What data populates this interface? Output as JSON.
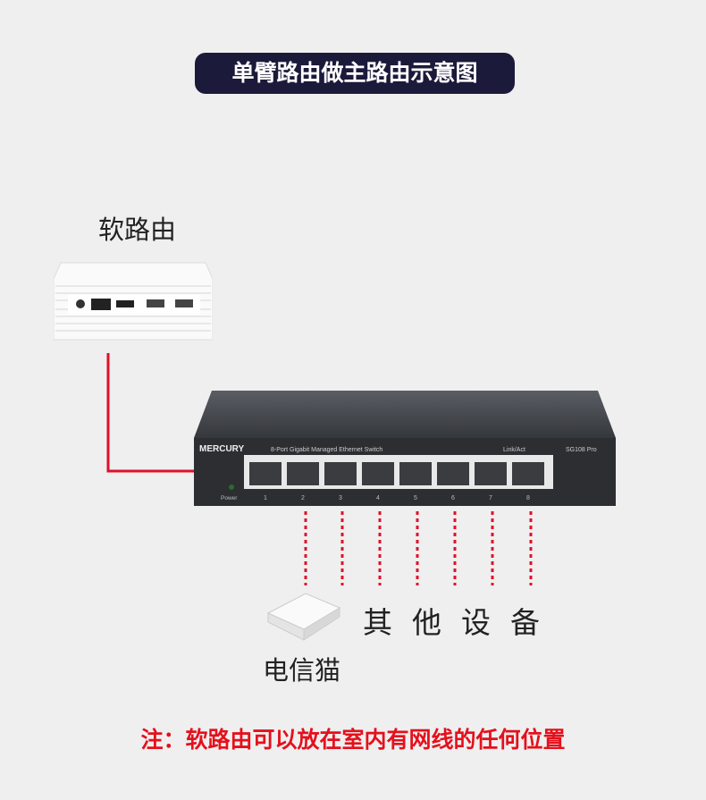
{
  "title": "单臂路由做主路由示意图",
  "soft_router_label": "软路由",
  "switch": {
    "brand": "MERCURY",
    "description": "8-Port Gigabit Managed Ethernet Switch",
    "link_label": "Link/Act",
    "model": "SG108 Pro",
    "power_label": "Power",
    "ports": [
      "1",
      "2",
      "3",
      "4",
      "5",
      "6",
      "7",
      "8"
    ]
  },
  "other_devices_label": "其他设备",
  "modem_label": "电信猫",
  "note": "注：软路由可以放在室内有网线的任何位置",
  "colors": {
    "title_bg": "#1c1a3a",
    "cable": "#e0102a",
    "note": "#e5101c"
  }
}
